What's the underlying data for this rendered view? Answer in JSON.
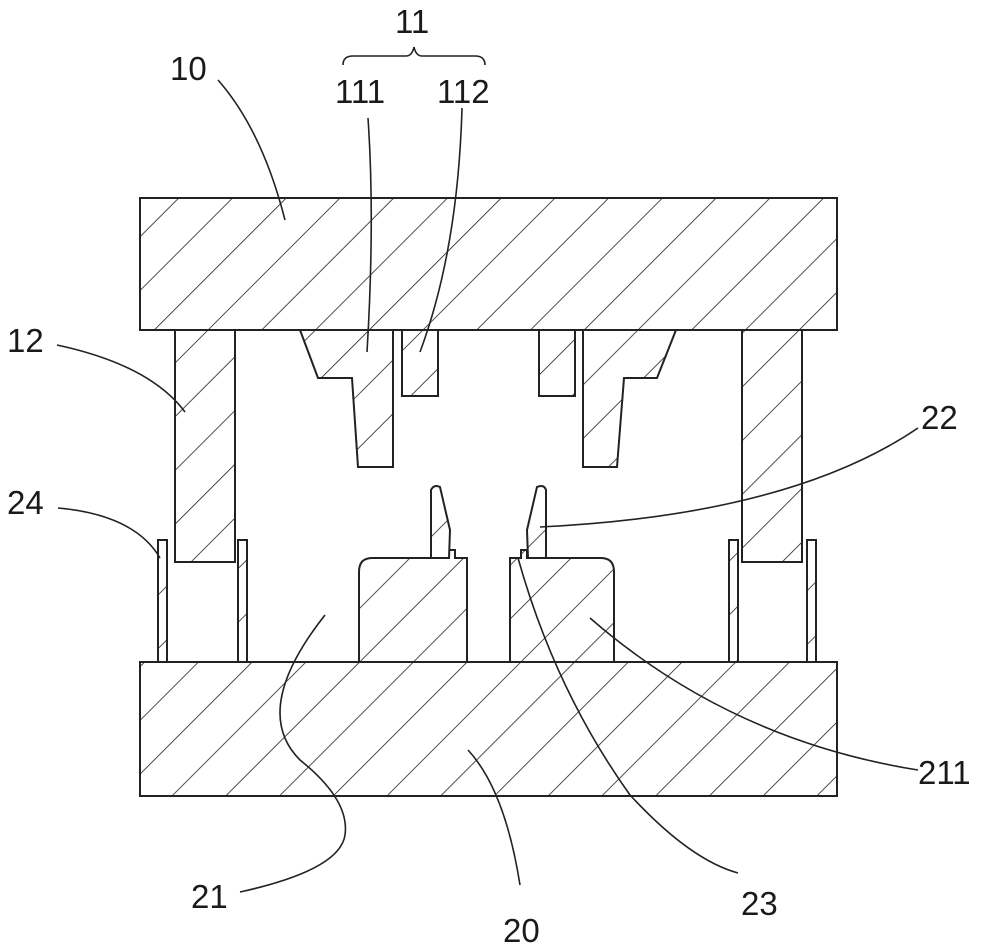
{
  "labels": {
    "l10": "10",
    "l11": "11",
    "l111": "111",
    "l112": "112",
    "l12": "12",
    "l24": "24",
    "l22": "22",
    "l211": "211",
    "l21": "21",
    "l20": "20",
    "l23": "23"
  },
  "colors": {
    "line": "#222222",
    "background": "#ffffff"
  }
}
